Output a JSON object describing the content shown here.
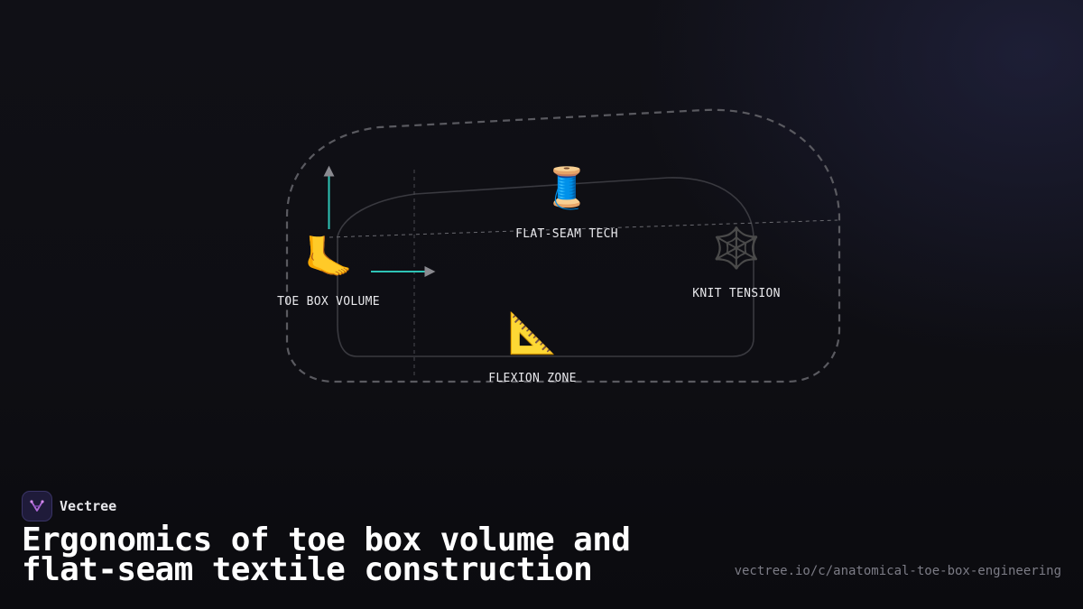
{
  "diagram": {
    "nodes": [
      {
        "id": "toe-box-volume",
        "icon": "🦶",
        "icon_name": "foot-icon",
        "label": "TOE BOX VOLUME"
      },
      {
        "id": "flat-seam-tech",
        "icon": "🧵",
        "icon_name": "thread-spool-icon",
        "label": "FLAT-SEAM TECH"
      },
      {
        "id": "knit-tension",
        "icon": "🕸️",
        "icon_name": "web-icon",
        "label": "KNIT TENSION"
      },
      {
        "id": "flexion-zone",
        "icon": "📐",
        "icon_name": "triangular-ruler-icon",
        "label": "FLEXION ZONE"
      }
    ],
    "colors": {
      "accent": "#2ec4b6",
      "arrowhead": "#8a8a90",
      "outline_dashed": "#5a5a60",
      "outline_solid": "#3a3a40",
      "guide_lines": "#4a4a50"
    }
  },
  "brand": {
    "name": "Vectree",
    "logo_icon": "vectree-logo-icon",
    "logo_color": "#b06ad8"
  },
  "title": "Ergonomics of toe box volume and\nflat-seam textile construction",
  "url": "vectree.io/c/anatomical-toe-box-engineering"
}
